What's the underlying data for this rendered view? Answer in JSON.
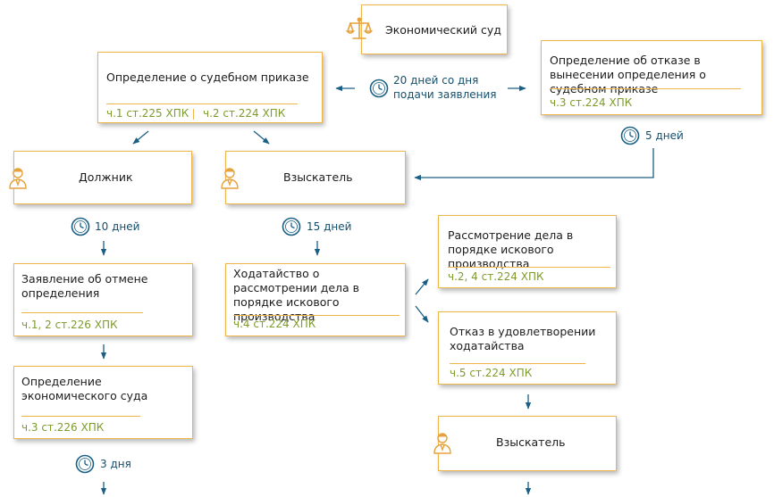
{
  "nodes": {
    "court": {
      "title": "Экономический суд"
    },
    "court_order": {
      "title": "Определение о судебном приказе",
      "refs": [
        "ч.1 ст.225 ХПК",
        "ч.2 ст.224 ХПК"
      ]
    },
    "refusal": {
      "title": "Определение об отказе в вынесении определения о судебном приказе",
      "ref": "ч.3 ст.224 ХПК"
    },
    "debtor": {
      "title": "Должник"
    },
    "claimant": {
      "title": "Взыскатель"
    },
    "cancel_application": {
      "title": "Заявление об отмене определения",
      "ref": "ч.1, 2 ст.226 ХПК"
    },
    "motion": {
      "title": "Ходатайство о рассмотрении дела в порядке искового производства",
      "ref": "ч.4 ст.224 ХПК"
    },
    "claim_proceeding": {
      "title": "Рассмотрение дела в порядке искового производства",
      "ref": "ч.2, 4 ст.224 ХПК"
    },
    "motion_denied": {
      "title": "Отказ в удовлетворении ходатайства",
      "ref": "ч.5 ст.224 ХПК"
    },
    "court_ruling": {
      "title": "Определение экономического суда",
      "ref": "ч.3 ст.226 ХПК"
    },
    "claimant_2": {
      "title": "Взыскатель"
    }
  },
  "timers": {
    "t20": "20 дней со дня подачи заявления",
    "t5": "5 дней",
    "t10": "10 дней",
    "t15": "15 дней",
    "t3": "3 дня"
  },
  "colors": {
    "box_border": "#f0b54a",
    "reference_text": "#7e9b2c",
    "timer_text": "#14506e",
    "arrow": "#1a5f84",
    "icon_orange": "#e6a23c"
  },
  "icons": {
    "court": "scales-icon",
    "debtor": "person-icon",
    "claimant": "person-icon",
    "claimant_2": "person-icon",
    "timer": "clock-icon"
  }
}
